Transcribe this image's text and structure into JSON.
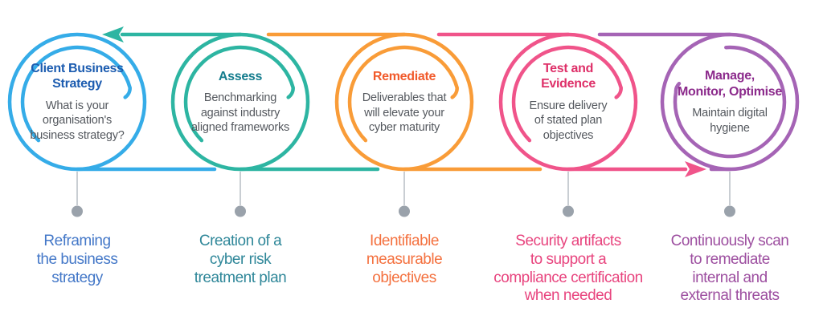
{
  "diagram": {
    "kind": "cyber-security-lifecycle-flow",
    "connector": {
      "line_color": "#C9CED3",
      "dot_color": "#9AA2AB"
    },
    "arrows": {
      "back": {
        "icon": "arrow-left-icon",
        "color": "#2DB5A2"
      },
      "forward": {
        "icon": "arrow-right-icon",
        "color": "#F0548A"
      }
    },
    "body_text_color": "#54585E"
  },
  "steps": [
    {
      "title": "Client Business\nStrategy",
      "description": "What is your\norganisation's\nbusiness strategy?",
      "outcome": "Reframing\nthe business\nstrategy",
      "colors": {
        "ring": "#35ACE8",
        "title": "#1C5CB0",
        "outcome": "#4478C8"
      }
    },
    {
      "title": "Assess",
      "description": "Benchmarking\nagainst industry\naligned frameworks",
      "outcome": "Creation of a\ncyber risk\ntreatment plan",
      "colors": {
        "ring": "#2DB5A2",
        "title": "#147C8D",
        "outcome": "#2F8799"
      }
    },
    {
      "title": "Remediate",
      "description": "Deliverables that\nwill elevate your\ncyber maturity",
      "outcome": "Identifiable\nmeasurable\nobjectives",
      "colors": {
        "ring": "#F99C38",
        "title": "#F15A2B",
        "outcome": "#F4713F"
      }
    },
    {
      "title": "Test and\nEvidence",
      "description": "Ensure delivery\nof stated plan\nobjectives",
      "outcome": "Security artifacts\nto support a\ncompliance certification\nwhen needed",
      "colors": {
        "ring": "#F0548A",
        "title": "#DE2F68",
        "outcome": "#E8447E"
      }
    },
    {
      "title": "Manage,\nMonitor, Optimise",
      "description": "Maintain digital\nhygiene",
      "outcome": "Continuously scan\nto remediate\ninternal and\nexternal threats",
      "colors": {
        "ring": "#A564B5",
        "title": "#8C2B8C",
        "outcome": "#9D4FA0"
      }
    }
  ]
}
